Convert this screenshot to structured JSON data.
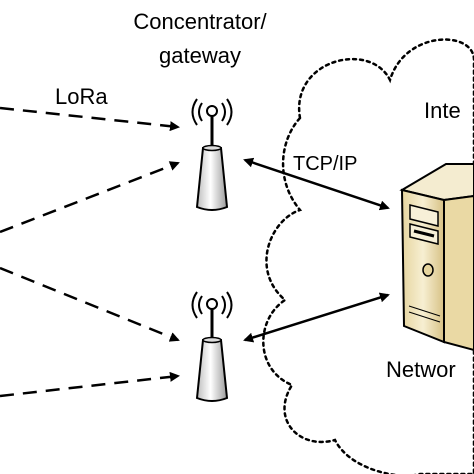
{
  "labels": {
    "concentrator_line1": "Concentrator/",
    "concentrator_line2": "gateway",
    "lora": "LoRa",
    "tcpip": "TCP/IP",
    "internet": "Inte",
    "network": "Networ"
  },
  "icons": {
    "gateway_top": "antenna-tower-icon",
    "gateway_bottom": "antenna-tower-icon",
    "server": "server-icon",
    "cloud": "cloud-icon"
  },
  "colors": {
    "stroke": "#000000",
    "server_body": "#f2e6bc",
    "server_front": "#ede4c3",
    "server_shade": "#d9c48a"
  }
}
